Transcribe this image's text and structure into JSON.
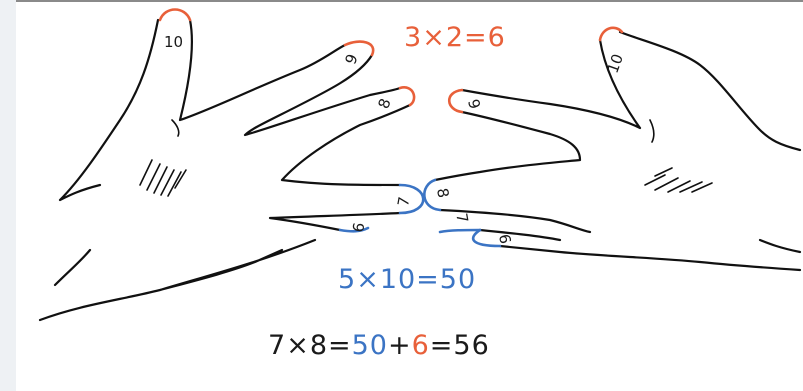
{
  "finger_labels": {
    "left_thumb": "10",
    "left_index": "9",
    "left_middle": "8",
    "left_ring": "7",
    "left_pinky": "6",
    "right_thumb": "10",
    "right_index": "9",
    "right_middle": "8",
    "right_ring": "7",
    "right_pinky": "6"
  },
  "equations": {
    "top": {
      "a": "3",
      "op": "×",
      "b": "2",
      "eq": "=",
      "result": "6"
    },
    "middle": {
      "a": "5",
      "op": "×",
      "b": "10",
      "eq": "=",
      "result": "50"
    },
    "bottom": {
      "a": "7",
      "op": "×",
      "b": "8",
      "eq1": "=",
      "tens": "50",
      "plus": "+",
      "units": "6",
      "eq2": "=",
      "result": "56"
    }
  },
  "colors": {
    "upper_fingertips": "#e8603a",
    "lower_fingertips": "#3b74c4",
    "outline": "#111111",
    "text": "#1a1a1a"
  }
}
